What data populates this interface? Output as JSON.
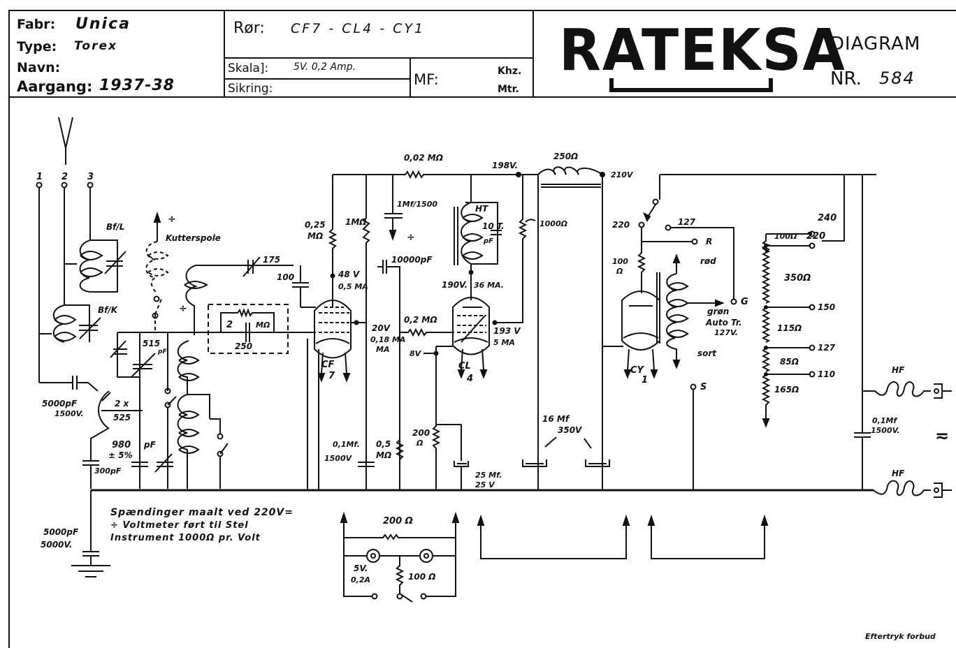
{
  "header": {
    "fabr_label": "Fabr:",
    "fabr_value": "Unica",
    "type_label": "Type:",
    "type_value": "Torex",
    "navn_label": "Navn:",
    "navn_value": "",
    "aargang_label": "Aargang:",
    "aargang_value": "1937-38",
    "ror_label": "Rør:",
    "ror_value": "CF7 - CL4 - CY1",
    "skala_label": "Skala]:",
    "skala_value": "5V. 0,2 Amp.",
    "sikring_label": "Sikring:",
    "sikring_value": "",
    "mf_label": "MF:",
    "mf_khz": "Khz.",
    "mf_mtr": "Mtr.",
    "brand": "RATEKSA",
    "diagram_label": "DIAGRAM",
    "nr_label": "NR.",
    "nr_value": "584"
  },
  "schematic": {
    "antenna_terminals": [
      "1",
      "2",
      "3"
    ],
    "coil_labels": [
      "Bf/L",
      "Bf/K",
      "Kutterspole",
      "HT",
      "10 T.",
      "pF",
      "250Ω",
      "HF",
      "HF"
    ],
    "tubes": [
      {
        "name": "CF",
        "num": "7",
        "anode": "48 V",
        "anode_current": "0,5 MA",
        "screen": "20V",
        "screen_current": "0,18 MA"
      },
      {
        "name": "CL",
        "num": "4",
        "anode": "190V.",
        "anode_current": "36 MA.",
        "screen": "193 V",
        "screen_current": "5 MA",
        "cathode": "8V"
      },
      {
        "name": "CY",
        "num": "1"
      }
    ],
    "labels": {
      "r_002": "0,02 MΩ",
      "v198": "198V.",
      "v210": "210V",
      "c_1mf": "1Mf/1500",
      "r_025": "0,25",
      "r_025_unit": "MΩ",
      "r_1m": "1MΩ",
      "c_10000": "10000pF",
      "r_1000": "1000Ω",
      "c_175": "175",
      "c_100": "100",
      "r_2m": "2",
      "r_2m_unit": "MΩ",
      "c_250": "250",
      "c_515": "515",
      "c_515_unit": "pF",
      "r_02": "0,2 MΩ",
      "c_5000_1": "5000pF",
      "c_5000_1v": "1500V.",
      "c_2x": "2 x",
      "c_525": "525",
      "c_980": "980",
      "c_980_tol": "± 5%",
      "c_980_unit": "pF",
      "c_300": "300pF",
      "c_01mf": "0,1Mf.",
      "c_01mf_v": "1500V",
      "r_05": "0,5",
      "r_05_unit": "MΩ",
      "r_200": "200",
      "r_200_unit": "Ω",
      "c_25": "25 Mf.",
      "c_25v": "25 V",
      "c_16": "16 Mf",
      "c_16v": "350V",
      "sel_220": "220",
      "sel_127": "127",
      "term_r": "R",
      "term_g": "G",
      "term_s": "S",
      "r_100": "100",
      "r_100_unit": "Ω",
      "wire_red": "rød",
      "wire_green": "grøn",
      "auto_tr": "Auto Tr.",
      "auto_tr_v": "127V.",
      "wire_black": "sort",
      "tap_240": "240",
      "tap_220": "220",
      "tap_150": "150",
      "tap_127": "127",
      "tap_110": "110",
      "r_100b": "100Ω",
      "r_350": "350Ω",
      "r_115": "115Ω",
      "r_85": "85Ω",
      "r_165": "165Ω",
      "c_01_mains": "0,1Mf",
      "c_01_mains_v": "1500V.",
      "c_5000_2": "5000pF",
      "c_5000_2v": "5000V.",
      "dial_r200": "200 Ω",
      "dial_5v": "5V.",
      "dial_02a": "0,2A",
      "dial_r100": "100 Ω",
      "ac_symbol": "≂"
    },
    "notes": [
      "Spændinger maalt ved 220V=",
      "÷ Voltmeter ført til Stel",
      "Instrument 1000Ω pr. Volt"
    ],
    "footer": "Eftertryk forbud"
  }
}
